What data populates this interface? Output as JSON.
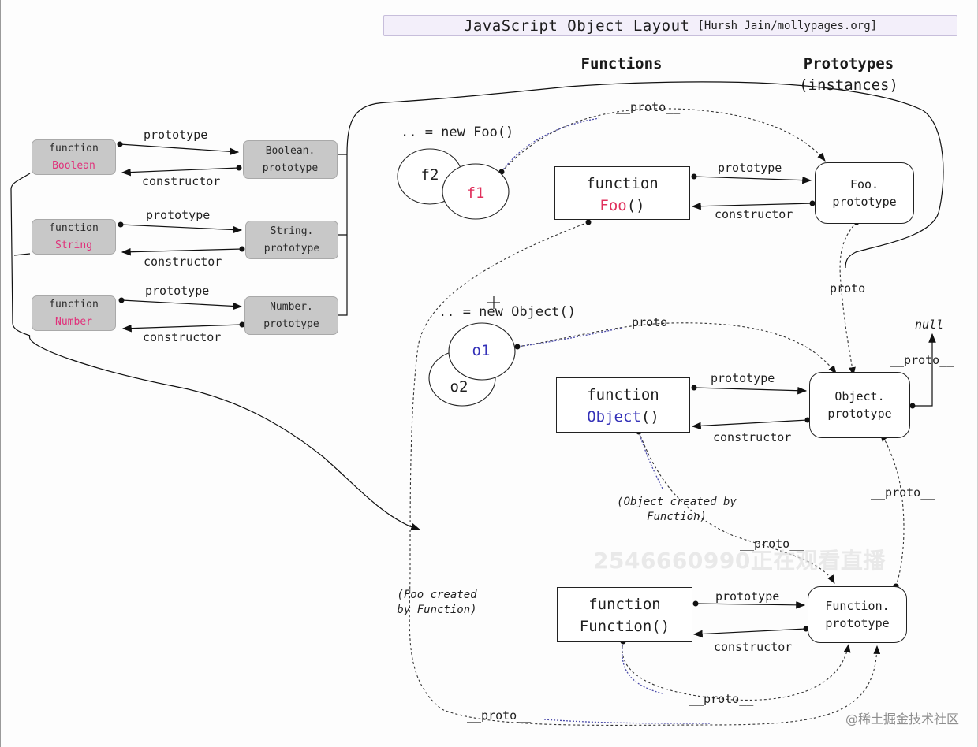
{
  "header": {
    "title": "JavaScript Object Layout",
    "credit": "[Hursh Jain/mollypages.org]"
  },
  "columns": {
    "functions": "Functions",
    "prototypes": "Prototypes",
    "prototypes_sub": "(instances)"
  },
  "builtins": [
    {
      "fn_word": "function",
      "fn_name": "Boolean",
      "proto_line1": "Boolean.",
      "proto_line2": "prototype"
    },
    {
      "fn_word": "function",
      "fn_name": "String",
      "proto_line1": "String.",
      "proto_line2": "prototype"
    },
    {
      "fn_word": "function",
      "fn_name": "Number",
      "proto_line1": "Number.",
      "proto_line2": "prototype"
    }
  ],
  "edge_labels": {
    "prototype": "prototype",
    "constructor": "constructor",
    "proto": "__proto__"
  },
  "instances": {
    "new_foo": ".. = new Foo()",
    "new_object": ".. = new Object()",
    "f1": "f1",
    "f2": "f2",
    "o1": "o1",
    "o2": "o2"
  },
  "functions": {
    "foo": {
      "word": "function",
      "name": "Foo",
      "parens": "()"
    },
    "object": {
      "word": "function",
      "name": "Object",
      "parens": "()"
    },
    "function": {
      "word": "function",
      "name": "Function()"
    }
  },
  "prototypes": {
    "foo": {
      "line1": "Foo.",
      "line2": "prototype"
    },
    "object": {
      "line1": "Object.",
      "line2": "prototype"
    },
    "function": {
      "line1": "Function.",
      "line2": "prototype"
    }
  },
  "null_label": "null",
  "notes": {
    "object_created": [
      "(Object created by",
      "Function)"
    ],
    "foo_created": [
      "(Foo created",
      "by Function)"
    ]
  },
  "overlay": {
    "watermark": "2546660990正在观看直播",
    "corner": "@稀土掘金技术社区"
  },
  "colors": {
    "red_name": "#e0305c",
    "blue_name": "#3431b8",
    "gray_box": "#c8c8c8",
    "proto_link": "#5a5aa0"
  }
}
